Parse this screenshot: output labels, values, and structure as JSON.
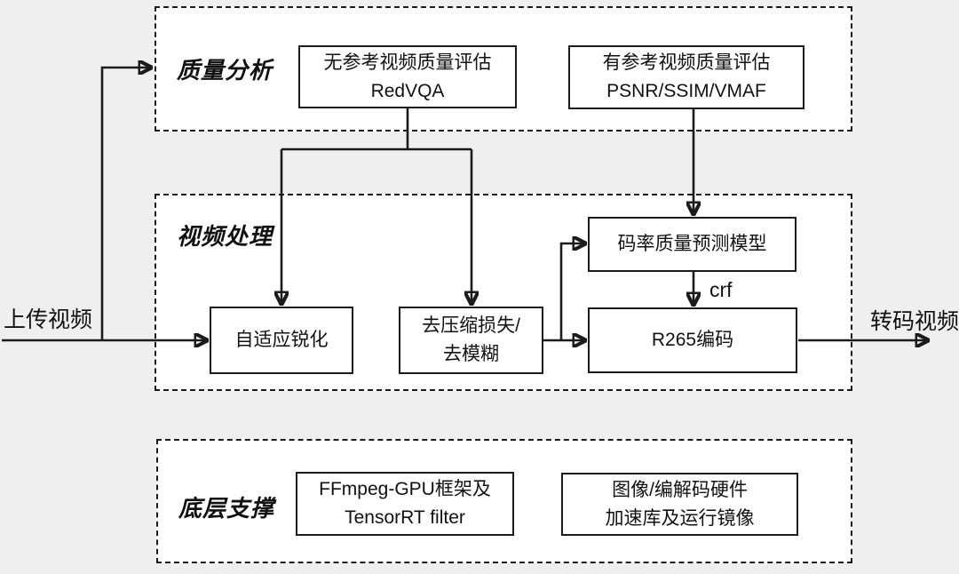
{
  "diagram": {
    "input_label": "上传视频",
    "output_label": "转码视频",
    "crf_label": "crf",
    "sections": {
      "quality": {
        "label": "质量分析"
      },
      "processing": {
        "label": "视频处理"
      },
      "foundation": {
        "label": "底层支撑"
      }
    },
    "nodes": {
      "no_ref": {
        "lines": [
          "无参考视频质量评估",
          "RedVQA"
        ]
      },
      "full_ref": {
        "lines": [
          "有参考视频质量评估",
          "PSNR/SSIM/VMAF"
        ]
      },
      "sharpen": {
        "lines": [
          "自适应锐化"
        ]
      },
      "deartifact": {
        "lines": [
          "去压缩损失/",
          "去模糊"
        ]
      },
      "bitrate_model": {
        "lines": [
          "码率质量预测模型"
        ]
      },
      "encoder": {
        "lines": [
          "R265编码"
        ]
      },
      "ffmpeg": {
        "lines": [
          "FFmpeg-GPU框架及",
          "TensorRT filter"
        ]
      },
      "hw": {
        "lines": [
          "图像/编解码硬件",
          "加速库及运行镜像"
        ]
      }
    },
    "colors": {
      "background": "#efefef",
      "panel": "#ffffff",
      "line": "#1b1b1b",
      "text": "#111111"
    }
  }
}
